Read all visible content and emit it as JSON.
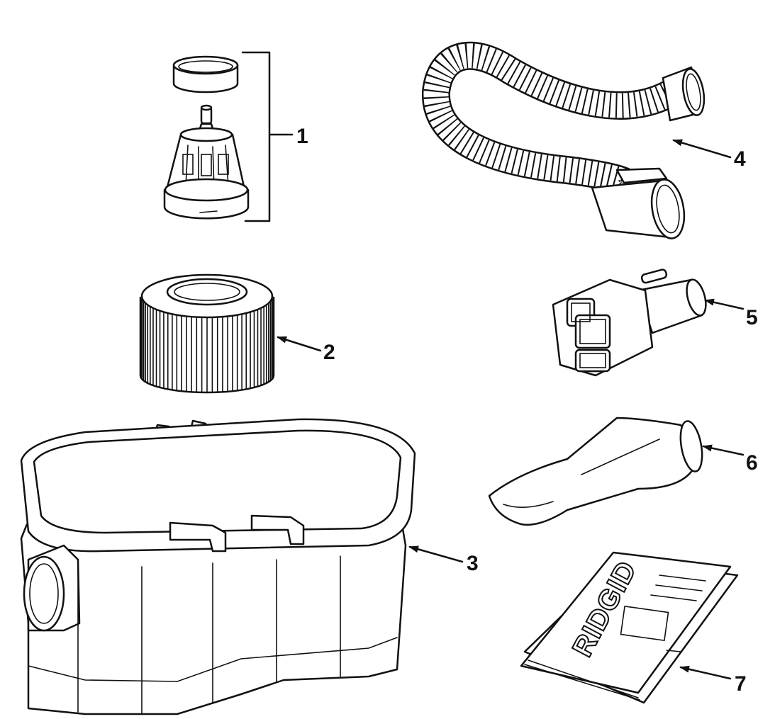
{
  "callouts": [
    {
      "id": 1,
      "label": "1"
    },
    {
      "id": 2,
      "label": "2"
    },
    {
      "id": 3,
      "label": "3"
    },
    {
      "id": 4,
      "label": "4"
    },
    {
      "id": 5,
      "label": "5"
    },
    {
      "id": 6,
      "label": "6"
    },
    {
      "id": 7,
      "label": "7"
    }
  ],
  "manual": {
    "brand": "RIDGID"
  }
}
